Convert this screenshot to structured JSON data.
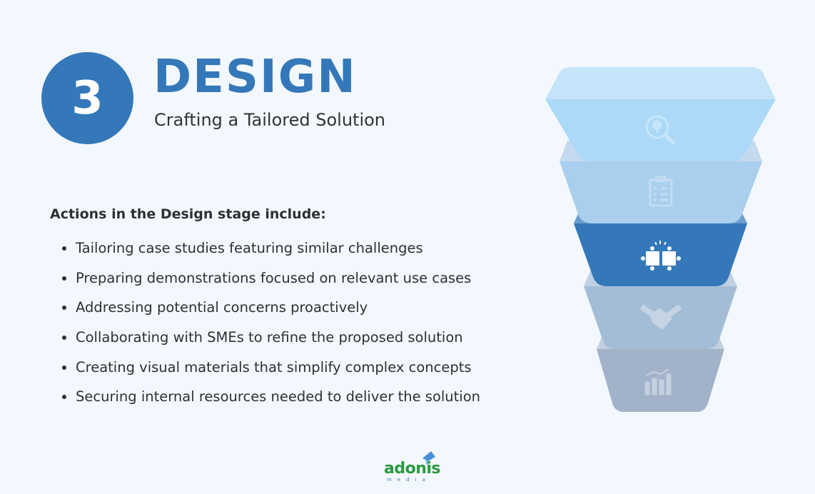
{
  "stage": {
    "number": "3",
    "title": "DESIGN",
    "subtitle": "Crafting a Tailored Solution"
  },
  "actions": {
    "heading": "Actions in the Design stage include:",
    "items": [
      "Tailoring case studies featuring similar challenges",
      "Preparing demonstrations focused on relevant use cases",
      "Addressing potential concerns proactively",
      "Collaborating with SMEs to refine the proposed solution",
      "Creating visual materials that simplify complex concepts",
      "Securing internal resources needed to deliver the solution"
    ]
  },
  "funnel": {
    "active_stage": 3,
    "layers": [
      {
        "icon": "lightbulb-search-icon",
        "cap": "#c5e4fa",
        "face": "#acd9f8"
      },
      {
        "icon": "clipboard-checklist-icon",
        "cap": "#c2d9ee",
        "face": "#aacfee"
      },
      {
        "icon": "puzzle-icon",
        "cap": "#6a9fcf",
        "face": "#3478b9"
      },
      {
        "icon": "handshake-icon",
        "cap": "#c0d1e3",
        "face": "#a4bdd6"
      },
      {
        "icon": "growth-chart-icon",
        "cap": "#c1cfdf",
        "face": "#a2b3c9"
      }
    ]
  },
  "logo": {
    "name": "adonis",
    "tagline": "media"
  },
  "colors": {
    "accent": "#3478b9",
    "background": "#f3f8fe",
    "logo_green": "#2a9a3e"
  }
}
